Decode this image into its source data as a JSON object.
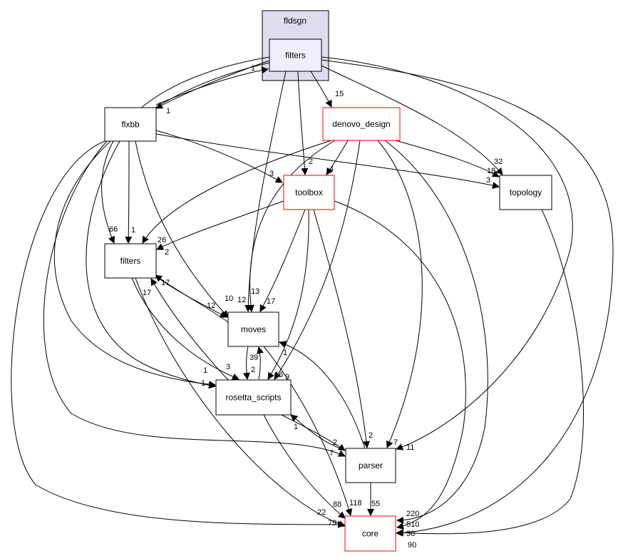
{
  "graph": {
    "cluster": {
      "label": "fldsgn",
      "fill": "#ddddee"
    },
    "nodes": {
      "filters_top": {
        "label": "filters",
        "fill": "#eeeeff",
        "border": "#000000"
      },
      "flxbb": {
        "label": "flxbb",
        "border": "#000000"
      },
      "denovo_design": {
        "label": "denovo_design",
        "border": "#ff0000"
      },
      "toolbox": {
        "label": "toolbox",
        "border": "#ff0000"
      },
      "topology": {
        "label": "topology",
        "border": "#000000"
      },
      "filters": {
        "label": "filters",
        "border": "#000000"
      },
      "moves": {
        "label": "moves",
        "border": "#000000"
      },
      "rosetta_scripts": {
        "label": "rosetta_scripts",
        "border": "#000000"
      },
      "parser": {
        "label": "parser",
        "border": "#000000"
      },
      "core": {
        "label": "core",
        "border": "#ff0000"
      }
    },
    "edges": [
      {
        "from": "filters_top",
        "to": "flxbb",
        "label": "1"
      },
      {
        "from": "flxbb",
        "to": "filters_top",
        "label": "1"
      },
      {
        "from": "filters_top",
        "to": "denovo_design",
        "label": "15"
      },
      {
        "from": "filters_top",
        "to": "toolbox",
        "label": "2"
      },
      {
        "from": "filters_top",
        "to": "topology",
        "label": "32"
      },
      {
        "from": "filters_top",
        "to": "moves",
        "label": "13"
      },
      {
        "from": "filters_top",
        "to": "filters",
        "label": "66"
      },
      {
        "from": "filters_top",
        "to": "rosetta_scripts",
        "label": "1"
      },
      {
        "from": "filters_top",
        "to": "parser",
        "label": "11"
      },
      {
        "from": "filters_top",
        "to": "core",
        "label": "30"
      },
      {
        "from": "flxbb",
        "to": "filters",
        "label": "1"
      },
      {
        "from": "flxbb",
        "to": "toolbox",
        "label": "3"
      },
      {
        "from": "flxbb",
        "to": "topology",
        "label": "3"
      },
      {
        "from": "flxbb",
        "to": "moves",
        "label": "10"
      },
      {
        "from": "flxbb",
        "to": "rosetta_scripts",
        "label": "1"
      },
      {
        "from": "flxbb",
        "to": "parser",
        "label": "7"
      },
      {
        "from": "flxbb",
        "to": "core",
        "label": "79"
      },
      {
        "from": "denovo_design",
        "to": "toolbox",
        "label": "4"
      },
      {
        "from": "denovo_design",
        "to": "topology",
        "label": "18"
      },
      {
        "from": "denovo_design",
        "to": "filters",
        "label": "26"
      },
      {
        "from": "denovo_design",
        "to": "moves",
        "label": "12"
      },
      {
        "from": "denovo_design",
        "to": "rosetta_scripts",
        "label": "9"
      },
      {
        "from": "denovo_design",
        "to": "parser",
        "label": "7"
      },
      {
        "from": "denovo_design",
        "to": "core",
        "label": "220"
      },
      {
        "from": "toolbox",
        "to": "filters",
        "label": "2"
      },
      {
        "from": "toolbox",
        "to": "moves",
        "label": "17"
      },
      {
        "from": "toolbox",
        "to": "rosetta_scripts",
        "label": "16"
      },
      {
        "from": "toolbox",
        "to": "parser",
        "label": "2"
      },
      {
        "from": "toolbox",
        "to": "core",
        "label": "510"
      },
      {
        "from": "topology",
        "to": "core",
        "label": "90"
      },
      {
        "from": "filters",
        "to": "moves",
        "label": "12"
      },
      {
        "from": "moves",
        "to": "filters",
        "label": "17"
      },
      {
        "from": "filters",
        "to": "rosetta_scripts",
        "label": "3"
      },
      {
        "from": "rosetta_scripts",
        "to": "filters",
        "label": "17"
      },
      {
        "from": "filters",
        "to": "core",
        "label": "22"
      },
      {
        "from": "moves",
        "to": "rosetta_scripts",
        "label": "2"
      },
      {
        "from": "rosetta_scripts",
        "to": "moves",
        "label": "39"
      },
      {
        "from": "moves",
        "to": "core",
        "label": "118"
      },
      {
        "from": "rosetta_scripts",
        "to": "parser",
        "label": "2"
      },
      {
        "from": "parser",
        "to": "rosetta_scripts",
        "label": "1"
      },
      {
        "from": "rosetta_scripts",
        "to": "core",
        "label": "88"
      },
      {
        "from": "parser",
        "to": "moves",
        "label": "1"
      },
      {
        "from": "parser",
        "to": "core",
        "label": "55"
      }
    ]
  }
}
